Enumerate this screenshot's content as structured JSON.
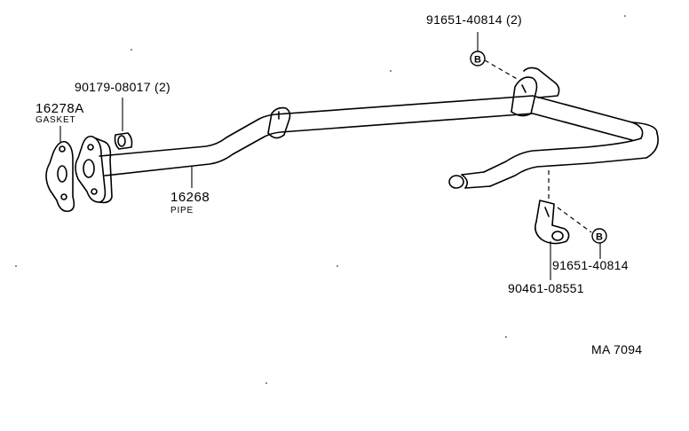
{
  "labels": {
    "bolt_top": "91651-40814 (2)",
    "nut": "90179-08017 (2)",
    "gasket_num": "16278A",
    "gasket_name": "GASKET",
    "pipe_num": "16268",
    "pipe_name": "PIPE",
    "bolt_right": "91651-40814",
    "clamp": "90461-08551",
    "figure_code": "MA  7094",
    "callout_b": "B"
  }
}
